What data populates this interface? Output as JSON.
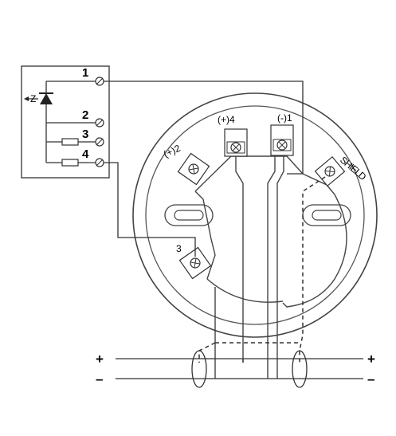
{
  "box_terminals": [
    {
      "label": "1"
    },
    {
      "label": "2"
    },
    {
      "label": "3"
    },
    {
      "label": "4"
    }
  ],
  "led_marker": "Z",
  "base_terminals": [
    {
      "label": "(+)4"
    },
    {
      "label": "(-)1"
    },
    {
      "label": "(+)2"
    },
    {
      "label": "3"
    },
    {
      "label": "SHIELD"
    }
  ],
  "supply": {
    "left_plus": "+",
    "left_minus": "–",
    "right_plus": "+",
    "right_minus": "–"
  },
  "colors": {
    "line": "#333333",
    "background": "#ffffff"
  }
}
